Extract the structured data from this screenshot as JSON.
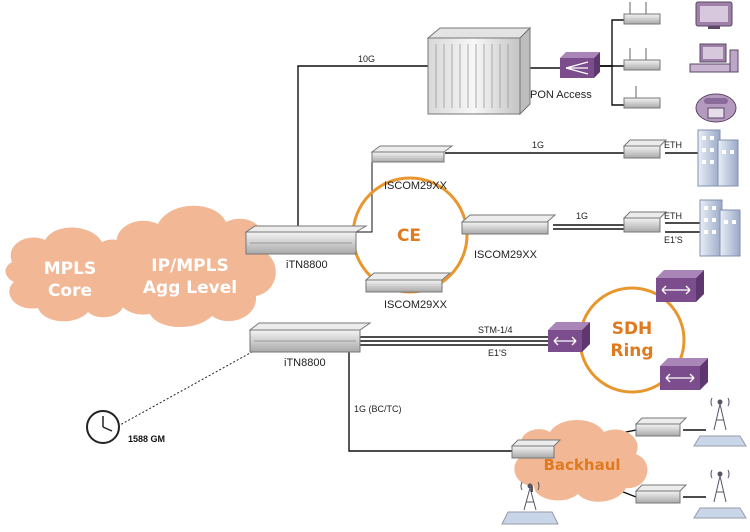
{
  "clouds": {
    "mpls_core": [
      "MPLS",
      "Core"
    ],
    "agg_level": [
      "IP/MPLS",
      "Agg Level"
    ],
    "backhaul": "Backhaul"
  },
  "rings": {
    "ce": "CE",
    "sdh": [
      "SDH",
      "Ring"
    ]
  },
  "devices": {
    "itn_top": "iTN8800",
    "itn_bottom": "iTN8800",
    "iscom_top": "ISCOM29XX",
    "iscom_right": "ISCOM29XX",
    "iscom_bottom": "ISCOM29XX"
  },
  "links": {
    "uplink_10g": "10G",
    "eth_1g_top": "1G",
    "eth_1g_right": "1G",
    "eth_top": "ETH",
    "eth_right": "ETH",
    "e1_right": "E1'S",
    "stm": "STM-1/4",
    "e1_sdh": "E1'S",
    "bc_tc": "1G (BC/TC)"
  },
  "pon_access": "PON Access",
  "clock_label": "1588 GM",
  "colors": {
    "cloud_fill": "#f2b896",
    "ring_orange": "#e8962e",
    "router_purple": "#7b4d8c",
    "line": "#111111"
  }
}
